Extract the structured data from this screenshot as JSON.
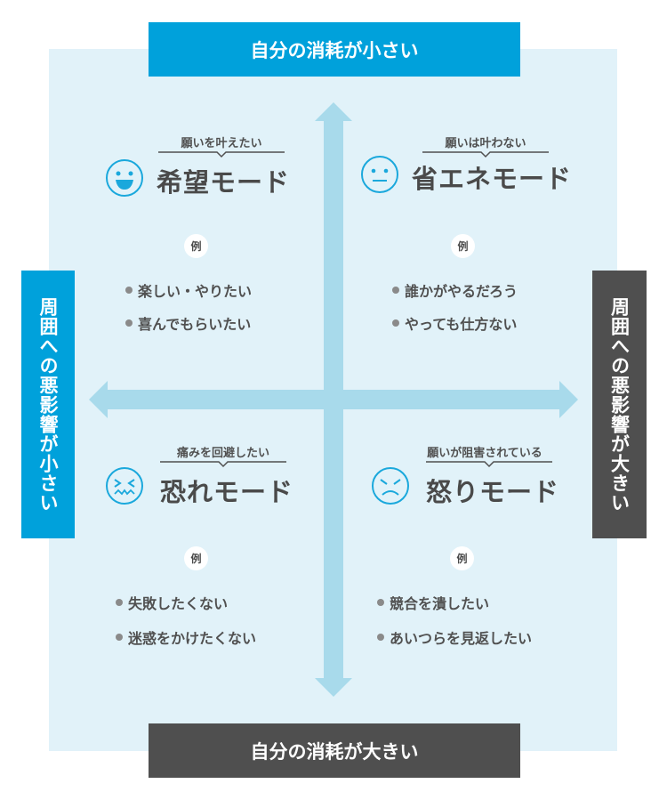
{
  "axes": {
    "top": "自分の消耗が小さい",
    "bottom": "自分の消耗が大きい",
    "left": "周囲への悪影響が小さい",
    "right": "周囲への悪影響が大きい"
  },
  "colors": {
    "accent_blue": "#00a1db",
    "dark_gray": "#4f4f4f",
    "background": "#e1f2f9",
    "arrow": "#a8daeb",
    "text": "#4a4a4a"
  },
  "example_badge": "例",
  "quadrants": [
    {
      "position": "top-left",
      "face_icon": "happy-face-icon",
      "subtitle": "願いを叶えたい",
      "title": "希望モード",
      "examples": [
        "楽しい・やりたい",
        "喜んでもらいたい"
      ]
    },
    {
      "position": "top-right",
      "face_icon": "neutral-face-icon",
      "subtitle": "願いは叶わない",
      "title": "省エネモード",
      "examples": [
        "誰かがやるだろう",
        "やっても仕方ない"
      ]
    },
    {
      "position": "bottom-left",
      "face_icon": "scared-face-icon",
      "subtitle": "痛みを回避したい",
      "title": "恐れモード",
      "examples": [
        "失敗したくない",
        "迷惑をかけたくない"
      ]
    },
    {
      "position": "bottom-right",
      "face_icon": "angry-face-icon",
      "subtitle": "願いが阻害されている",
      "title": "怒りモード",
      "examples": [
        "競合を潰したい",
        "あいつらを見返したい"
      ]
    }
  ]
}
